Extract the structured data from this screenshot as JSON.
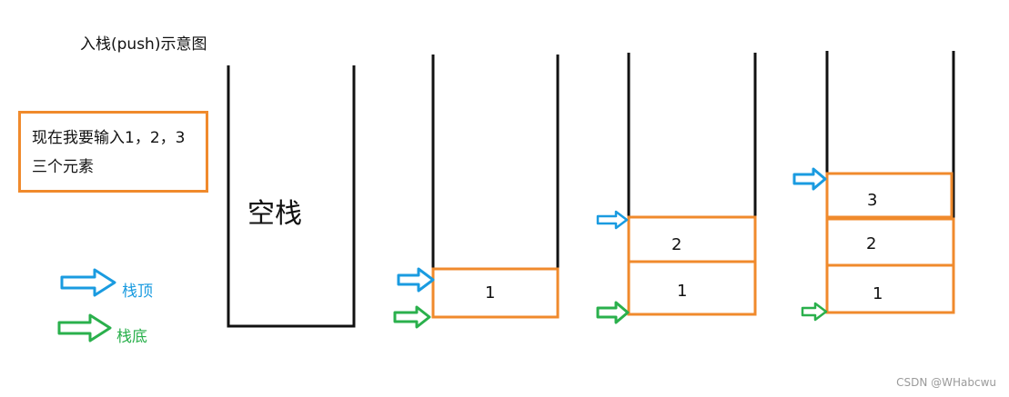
{
  "title": "入栈(push)示意图",
  "note": {
    "line1": "现在我要输入1，2，3",
    "line2": "三个元素"
  },
  "empty_stack_label": "空栈",
  "stacks": [
    {
      "cells": []
    },
    {
      "cells": [
        "1"
      ]
    },
    {
      "cells": [
        "1",
        "2"
      ]
    },
    {
      "cells": [
        "1",
        "2",
        "3"
      ]
    }
  ],
  "legend": {
    "top_label": "栈顶",
    "bottom_label": "栈底"
  },
  "colors": {
    "orange": "#f08a2c",
    "blue": "#1a9be0",
    "green": "#2ab04c",
    "black": "#111111"
  },
  "icons": {
    "top_arrow": "arrow-right-outline-blue",
    "bottom_arrow": "arrow-right-outline-green"
  },
  "watermark": "CSDN @WHabcwu"
}
